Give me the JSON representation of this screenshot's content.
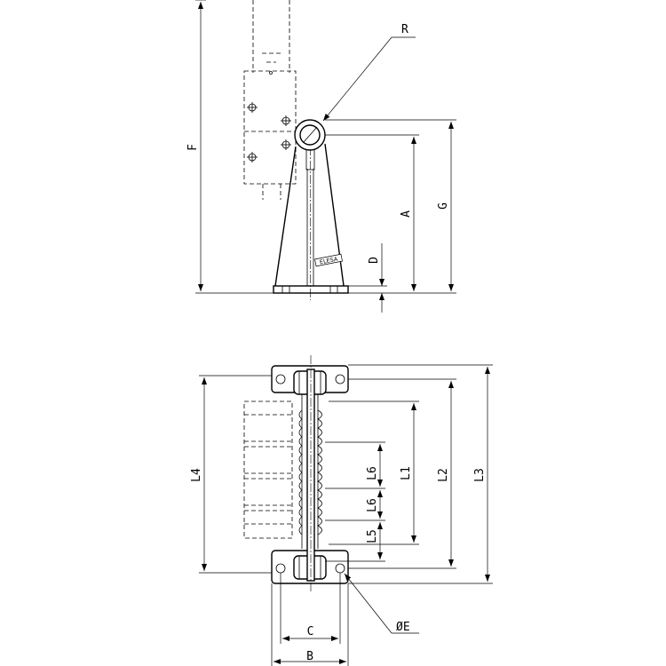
{
  "labels": {
    "R": "R",
    "F": "F",
    "A": "A",
    "G": "G",
    "D": "D",
    "L1": "L1",
    "L2": "L2",
    "L3": "L3",
    "L4": "L4",
    "L5": "L5",
    "L6_upper": "L6",
    "L6_lower": "L6",
    "C": "C",
    "B": "B",
    "OE": "ØE"
  },
  "logo_text": "ELESA"
}
